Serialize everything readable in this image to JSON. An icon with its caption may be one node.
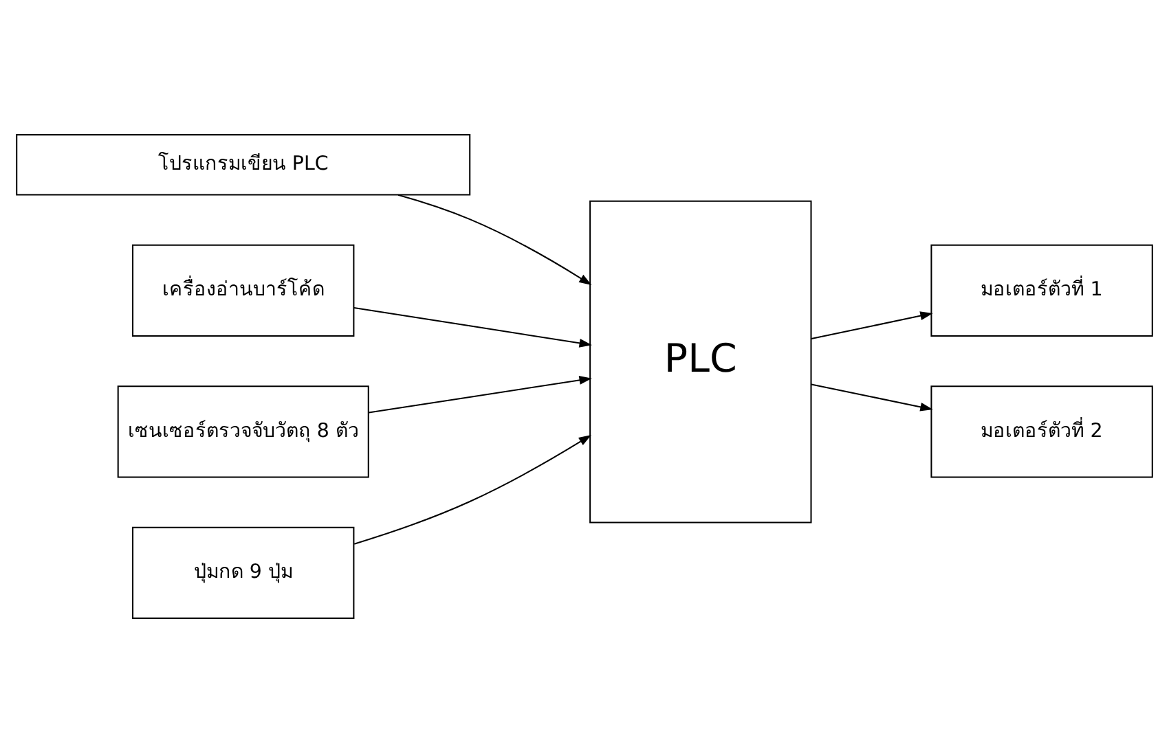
{
  "diagram": {
    "nodes": [
      {
        "text": [
          "โปรแกรมเขียน PLC"
        ]
      },
      {
        "text": [
          "เครื่องอ่านบาร์โค้ด"
        ]
      },
      {
        "text": [
          "เซนเซอร์ตรวจจับวัตถุ 8 ตัว"
        ]
      },
      {
        "text": [
          "ปุ่มกด 9 ปุ่ม"
        ]
      },
      {
        "text": [
          "PLC"
        ]
      },
      {
        "text": [
          "มอเตอร์ตัวที่ 1"
        ]
      },
      {
        "text": [
          "มอเตอร์ตัวที่ 2"
        ]
      }
    ],
    "edges": [
      {
        "from": 0,
        "to": 4,
        "arrow": "to"
      },
      {
        "from": 1,
        "to": 4,
        "arrow": "to"
      },
      {
        "from": 2,
        "to": 4,
        "arrow": "to"
      },
      {
        "from": 3,
        "to": 4,
        "arrow": "to"
      },
      {
        "from": 4,
        "to": 5,
        "arrow": "to"
      },
      {
        "from": 4,
        "to": 6,
        "arrow": "to"
      }
    ]
  }
}
